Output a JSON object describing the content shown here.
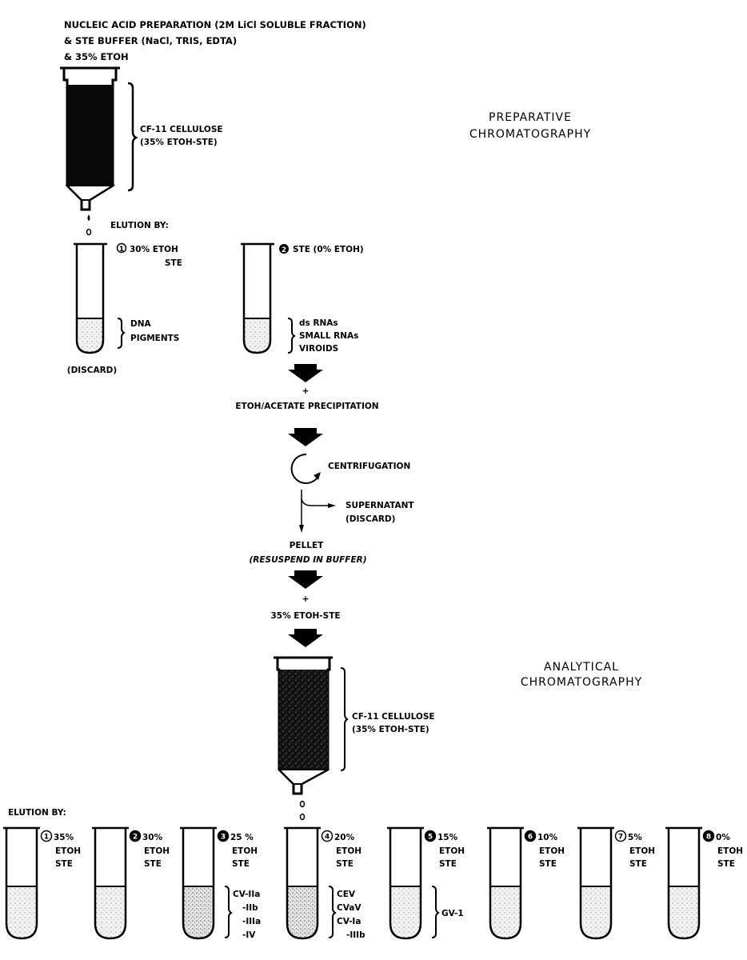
{
  "header": {
    "lines": [
      "NUCLEIC ACID PREPARATION (2M LiCl SOLUBLE FRACTION)",
      "& STE BUFFER (NaCl, TRIS, EDTA)",
      "& 35% ETOH"
    ]
  },
  "preparative": {
    "title_lines": [
      "PREPARATIVE",
      "CHROMATOGRAPHY"
    ],
    "column_label": [
      "CF-11 CELLULOSE",
      "(35% ETOH-STE)"
    ],
    "elution_heading": "ELUTION BY:",
    "tubes": [
      {
        "number": "1",
        "eluent": [
          "30% ETOH",
          "STE"
        ],
        "contents": [
          "DNA",
          "PIGMENTS"
        ],
        "note": "(DISCARD)"
      },
      {
        "number": "2",
        "eluent": [
          "STE (0% ETOH)"
        ],
        "contents": [
          "ds RNAs",
          "SMALL RNAs",
          "VIROIDS"
        ]
      }
    ]
  },
  "processing": {
    "step_plus": "+",
    "precipitation": "ETOH/ACETATE PRECIPITATION",
    "centrifugation": "CENTRIFUGATION",
    "supernatant": [
      "SUPERNATANT",
      "(DISCARD)"
    ],
    "pellet": [
      "PELLET",
      "(RESUSPEND IN BUFFER)"
    ],
    "add_buffer": "35% ETOH-STE"
  },
  "analytical": {
    "title_lines": [
      "ANALYTICAL",
      "CHROMATOGRAPHY"
    ],
    "column_label": [
      "CF-11 CELLULOSE",
      "(35% ETOH-STE)"
    ],
    "elution_heading": "ELUTION BY:",
    "tubes": [
      {
        "number": "1",
        "eluent": [
          "35%",
          "ETOH",
          "STE"
        ]
      },
      {
        "number": "2",
        "eluent": [
          "30%",
          "ETOH",
          "STE"
        ]
      },
      {
        "number": "3",
        "eluent": [
          "25 %",
          "ETOH",
          "STE"
        ],
        "contents": [
          "CV-IIa",
          "-IIb",
          "-IIIa",
          "-IV"
        ]
      },
      {
        "number": "4",
        "eluent": [
          "20%",
          "ETOH",
          "STE"
        ],
        "contents": [
          "CEV",
          "CVaV",
          "CV-Ia",
          "-IIIb"
        ]
      },
      {
        "number": "5",
        "eluent": [
          "15%",
          "ETOH",
          "STE"
        ],
        "contents": [
          "GV-1"
        ]
      },
      {
        "number": "6",
        "eluent": [
          "10%",
          "ETOH",
          "STE"
        ]
      },
      {
        "number": "7",
        "eluent": [
          "5%",
          "ETOH",
          "STE"
        ]
      },
      {
        "number": "8",
        "eluent": [
          "0%",
          "ETOH",
          "STE"
        ]
      }
    ]
  }
}
